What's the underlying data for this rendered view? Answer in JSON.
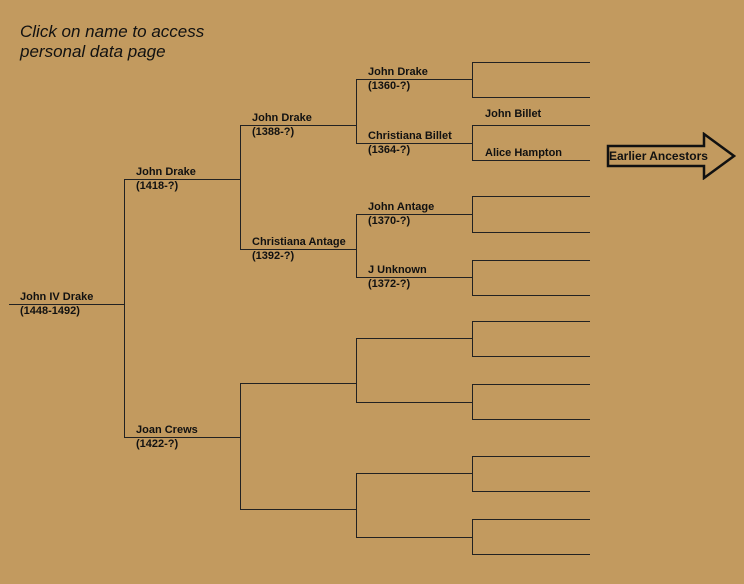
{
  "instructions": {
    "line1": "Click on name to access",
    "line2": "personal data page"
  },
  "root": {
    "name": "John IV Drake",
    "years": "(1448-1492)"
  },
  "father": {
    "name": "John Drake",
    "years": "(1418-?)"
  },
  "mother": {
    "name": "Joan Crews",
    "years": "(1422-?)"
  },
  "paternal_grandfather": {
    "name": "John Drake",
    "years": "(1388-?)"
  },
  "paternal_grandmother": {
    "name": "Christiana Antage",
    "years": "(1392-?)"
  },
  "gg_father_1": {
    "name": "John Drake",
    "years": "(1360-?)"
  },
  "gg_mother_1": {
    "name": "Christiana Billet",
    "years": "(1364-?)"
  },
  "gg_father_2": {
    "name": "John Antage",
    "years": "(1370-?)"
  },
  "gg_mother_2": {
    "name": "J Unknown",
    "years": "(1372-?)"
  },
  "ggg_father_billet": {
    "name": "John Billet"
  },
  "ggg_mother_billet": {
    "name": "Alice Hampton"
  },
  "earlier_ancestors": {
    "label": "Earlier Ancestors"
  }
}
